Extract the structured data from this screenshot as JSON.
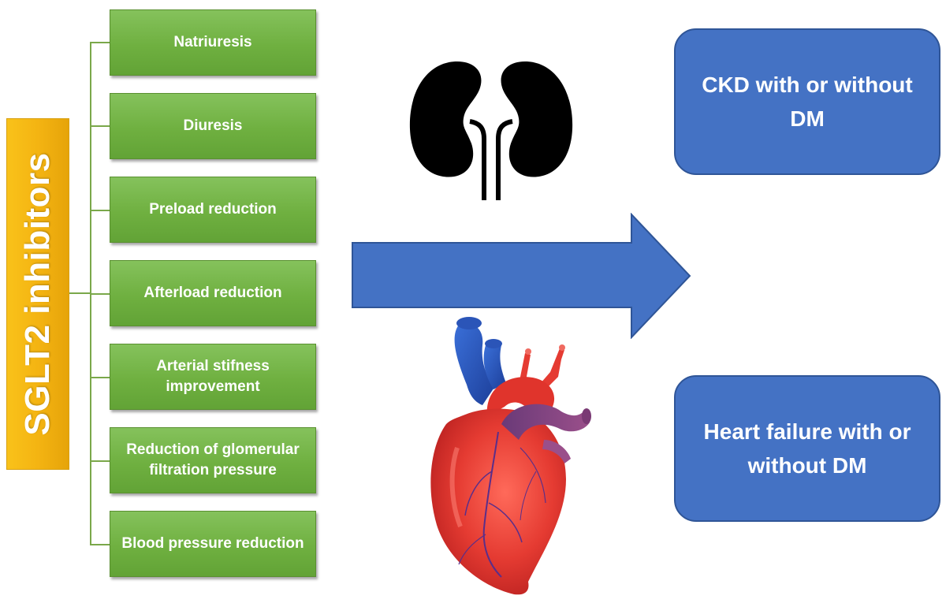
{
  "title": "SGLT2 inhibitors",
  "mechanisms": [
    {
      "label": "Natriuresis"
    },
    {
      "label": "Diuresis"
    },
    {
      "label": "Preload reduction"
    },
    {
      "label": "Afterload reduction"
    },
    {
      "label": "Arterial stifness improvement"
    },
    {
      "label": "Reduction of glomerular filtration pressure"
    },
    {
      "label": "Blood pressure reduction"
    }
  ],
  "icons": {
    "kidney": "kidneys-icon",
    "heart": "heart-icon",
    "arrow": "right-arrow"
  },
  "outcomes": [
    {
      "label": "CKD with or without DM"
    },
    {
      "label": "Heart failure with or without DM"
    }
  ],
  "colors": {
    "title_bar": "#f4b412",
    "mechanism_box": "#70ad47",
    "arrow": "#4472c4",
    "outcome_box": "#4472c4"
  }
}
